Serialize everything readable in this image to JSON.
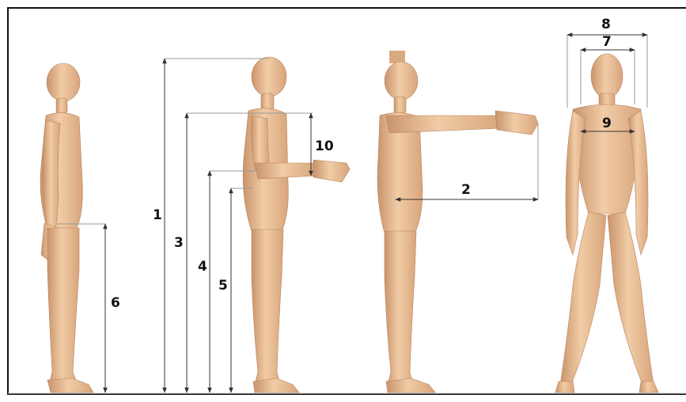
{
  "colors": {
    "background": "#ffffff",
    "frame": "#111111",
    "skin": "#ecc29c",
    "skin_shadow": "#c8946c",
    "line": "#333333",
    "guide": "#9a9a9a",
    "floor": "#c9c9c9"
  },
  "figures": [
    {
      "view": "side",
      "pose": "arms-down"
    },
    {
      "view": "side",
      "pose": "forearm-forward"
    },
    {
      "view": "side",
      "pose": "arm-extended"
    },
    {
      "view": "front",
      "pose": "legs-apart"
    }
  ],
  "labels": {
    "m1": "1",
    "m2": "2",
    "m3": "3",
    "m4": "4",
    "m5": "5",
    "m6": "6",
    "m7": "7",
    "m8": "8",
    "m9": "9",
    "m10": "10"
  }
}
